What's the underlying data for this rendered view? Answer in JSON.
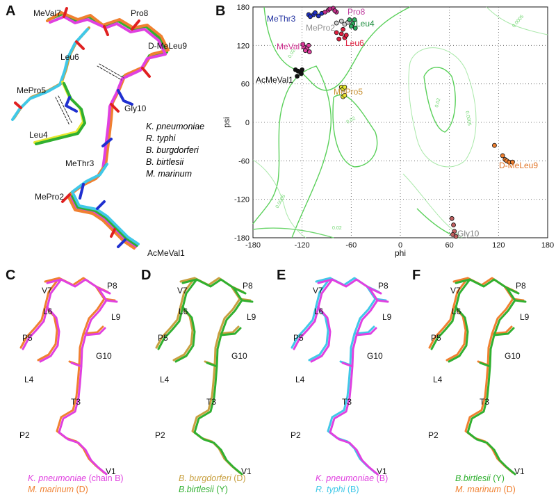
{
  "panels": {
    "A": {
      "label": "A",
      "residues": [
        "MeVal7",
        "Pro8",
        "D-MeLeu9",
        "Leu6",
        "MePro5",
        "Gly10",
        "Leu4",
        "MeThr3",
        "MePro2",
        "AcMeVal1"
      ],
      "legend": [
        {
          "text": "K. pneumoniae",
          "color": "#e040e0"
        },
        {
          "text": "R. typhi",
          "color": "#40c8e8"
        },
        {
          "text": "B. burgdorferi",
          "color": "#c8a040"
        },
        {
          "text": "B. birtlesii",
          "color": "#30b030"
        },
        {
          "text": "M. marinum",
          "color": "#f08030"
        }
      ]
    },
    "B": {
      "label": "B"
    },
    "C": {
      "label": "C",
      "residues": [
        "V7",
        "P8",
        "L6",
        "L9",
        "P5",
        "G10",
        "L4",
        "T3",
        "P2",
        "V1"
      ],
      "caption": [
        {
          "text": "K. pneumoniae",
          "tail": " (chain B)",
          "color": "#e040e0"
        },
        {
          "text": "M. marinum",
          "tail": " (D)",
          "color": "#f08030"
        }
      ]
    },
    "D": {
      "label": "D",
      "residues": [
        "V7",
        "P8",
        "L6",
        "L9",
        "P5",
        "G10",
        "L4",
        "T3",
        "P2",
        "V1"
      ],
      "caption": [
        {
          "text": "B. burgdorferi",
          "tail": " (D)",
          "color": "#c8a040"
        },
        {
          "text": "B.birtlesii",
          "tail": " (Y)",
          "color": "#30b030"
        }
      ]
    },
    "E": {
      "label": "E",
      "residues": [
        "V7",
        "P8",
        "L6",
        "L9",
        "P5",
        "G10",
        "L4",
        "T3",
        "P2",
        "V1"
      ],
      "caption": [
        {
          "text": "K. pneumoniae",
          "tail": " (B)",
          "color": "#e040e0"
        },
        {
          "text": "R. typhi",
          "tail": " (B)",
          "color": "#40c8e8"
        }
      ]
    },
    "F": {
      "label": "F",
      "residues": [
        "V7",
        "P8",
        "L6",
        "L9",
        "P5",
        "G10",
        "L4",
        "T3",
        "P2",
        "V1"
      ],
      "caption": [
        {
          "text": "B.birtlesii",
          "tail": " (Y)",
          "color": "#30b030"
        },
        {
          "text": "M. marinum",
          "tail": " (D)",
          "color": "#f08030"
        }
      ]
    }
  },
  "chart_data": {
    "type": "scatter",
    "xlabel": "phi",
    "ylabel": "psi",
    "xlim": [
      -180,
      180
    ],
    "ylim": [
      -180,
      180
    ],
    "xticks": [
      -180,
      -120,
      -60,
      0,
      60,
      120,
      180
    ],
    "yticks": [
      -180,
      -120,
      -60,
      0,
      60,
      120,
      180
    ],
    "grid": true,
    "contour_labels": [
      "0.02",
      "0.0005"
    ],
    "series": [
      {
        "name": "MeThr3",
        "color": "#2030c0",
        "label_color": "#2030a0",
        "points": [
          [
            -112,
            168
          ],
          [
            -106,
            168
          ],
          [
            -100,
            166
          ],
          [
            -96,
            170
          ],
          [
            -110,
            165
          ],
          [
            -104,
            171
          ]
        ]
      },
      {
        "name": "Pro8",
        "color": "#c0308a",
        "label_color": "#c040a0",
        "points": [
          [
            -88,
            175
          ],
          [
            -82,
            178
          ],
          [
            -78,
            172
          ],
          [
            -92,
            172
          ],
          [
            -86,
            177
          ],
          [
            -80,
            174
          ]
        ]
      },
      {
        "name": "MePro2",
        "color": "#d0d0d0",
        "label_color": "#909090",
        "points": [
          [
            -78,
            155
          ],
          [
            -72,
            158
          ],
          [
            -68,
            153
          ],
          [
            -64,
            156
          ]
        ]
      },
      {
        "name": "Leu4",
        "color": "#30b060",
        "label_color": "#209040",
        "points": [
          [
            -62,
            160
          ],
          [
            -58,
            154
          ],
          [
            -55,
            147
          ],
          [
            -60,
            150
          ],
          [
            -56,
            160
          ]
        ]
      },
      {
        "name": "Leu6",
        "color": "#e02040",
        "label_color": "#e02040",
        "points": [
          [
            -78,
            140
          ],
          [
            -72,
            138
          ],
          [
            -68,
            132
          ],
          [
            -75,
            130
          ],
          [
            -66,
            136
          ],
          [
            -70,
            145
          ]
        ]
      },
      {
        "name": "MeVal7",
        "color": "#e040a0",
        "label_color": "#d03090",
        "points": [
          [
            -118,
            118
          ],
          [
            -114,
            115
          ],
          [
            -112,
            120
          ],
          [
            -116,
            112
          ],
          [
            -111,
            110
          ],
          [
            -119,
            122
          ]
        ]
      },
      {
        "name": "AcMeVal1",
        "color": "#111111",
        "label_color": "#111111",
        "points": [
          [
            -128,
            82
          ],
          [
            -125,
            80
          ],
          [
            -122,
            78
          ],
          [
            -120,
            82
          ],
          [
            -126,
            72
          ],
          [
            -121,
            76
          ]
        ]
      },
      {
        "name": "MePro5",
        "color": "#e8e830",
        "label_color": "#c89030",
        "points": [
          [
            -72,
            55
          ],
          [
            -70,
            52
          ],
          [
            -68,
            55
          ],
          [
            -70,
            40
          ],
          [
            -68,
            42
          ]
        ]
      },
      {
        "name": "D-MeLeu9",
        "color": "#f08030",
        "label_color": "#e07020",
        "points": [
          [
            115,
            -36
          ],
          [
            125,
            -52
          ],
          [
            128,
            -58
          ],
          [
            130,
            -60
          ],
          [
            133,
            -62
          ],
          [
            137,
            -62
          ]
        ]
      },
      {
        "name": "Gly10",
        "color": "#c06060",
        "label_color": "#808080",
        "points": [
          [
            63,
            -150
          ],
          [
            65,
            -160
          ],
          [
            66,
            -170
          ],
          [
            64,
            -175
          ],
          [
            68,
            -178
          ]
        ]
      }
    ]
  }
}
